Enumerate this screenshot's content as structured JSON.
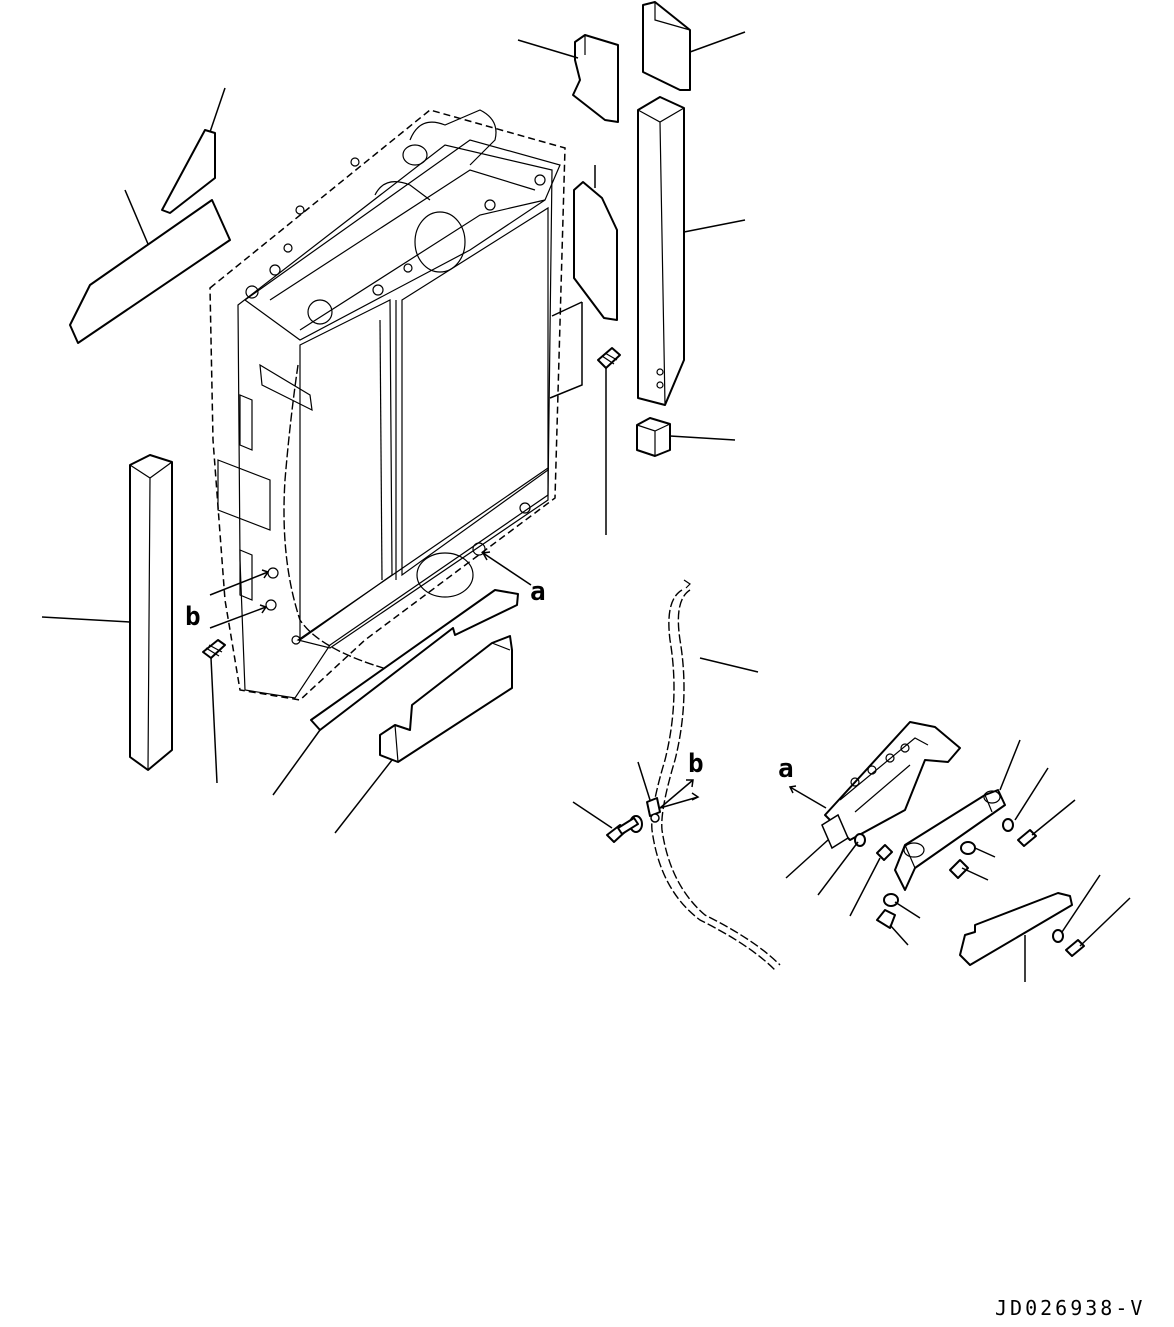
{
  "diagram": {
    "drawing_code": "JD026938-V",
    "reference_letters": {
      "a_left": "a",
      "a_right": "a",
      "b_left": "b",
      "b_right": "b"
    }
  }
}
